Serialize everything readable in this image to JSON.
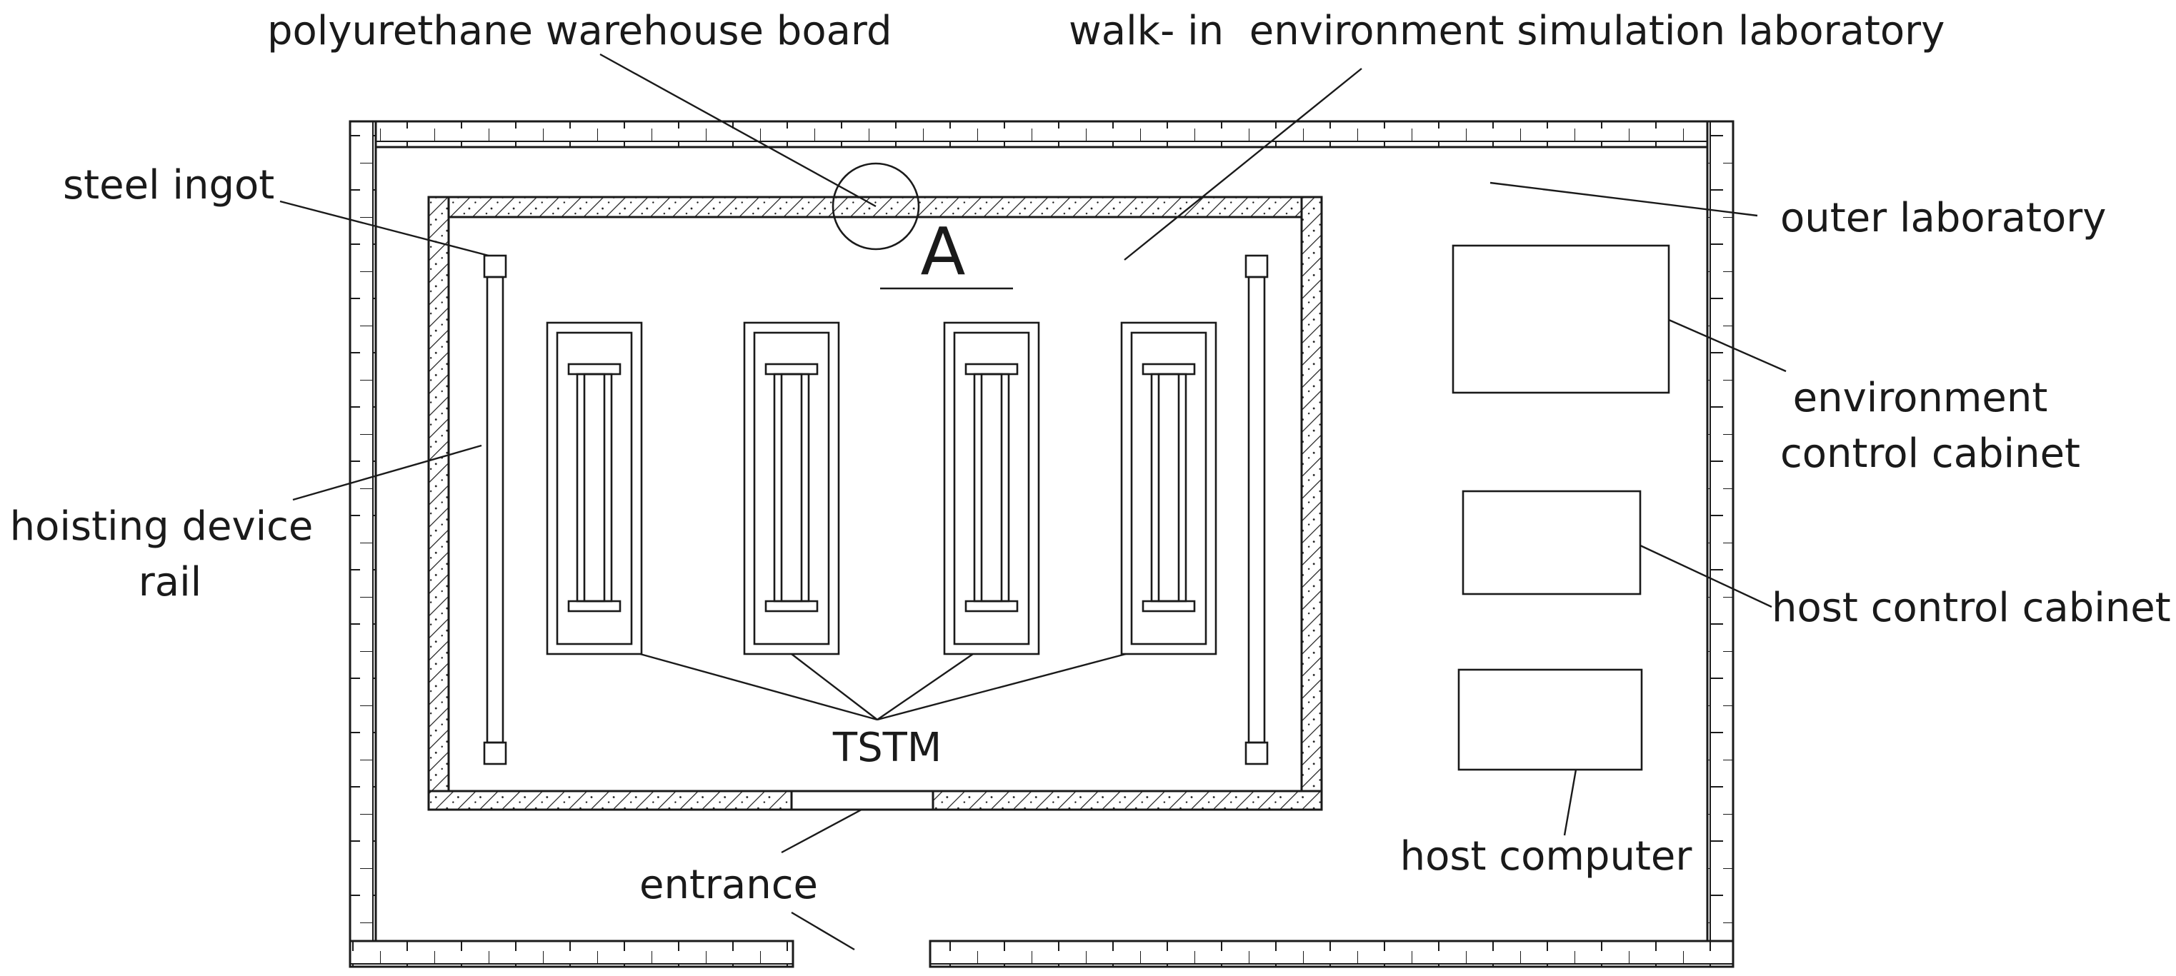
{
  "labels": {
    "polyurethane": "polyurethane warehouse board",
    "walk_in": "walk- in  environment simulation laboratory",
    "steel_ingot": "steel ingot",
    "outer_lab": "outer laboratory",
    "env_cabinet_1": "environment",
    "env_cabinet_2": "control cabinet",
    "hoist_1": "hoisting device",
    "hoist_2": "rail",
    "host_cabinet": "host control cabinet",
    "tstm": "TSTM",
    "host_computer": "host computer",
    "entrance": "entrance",
    "detail_marker": "A"
  },
  "colors": {
    "ink": "#1a1a1a",
    "background": "#ffffff"
  }
}
